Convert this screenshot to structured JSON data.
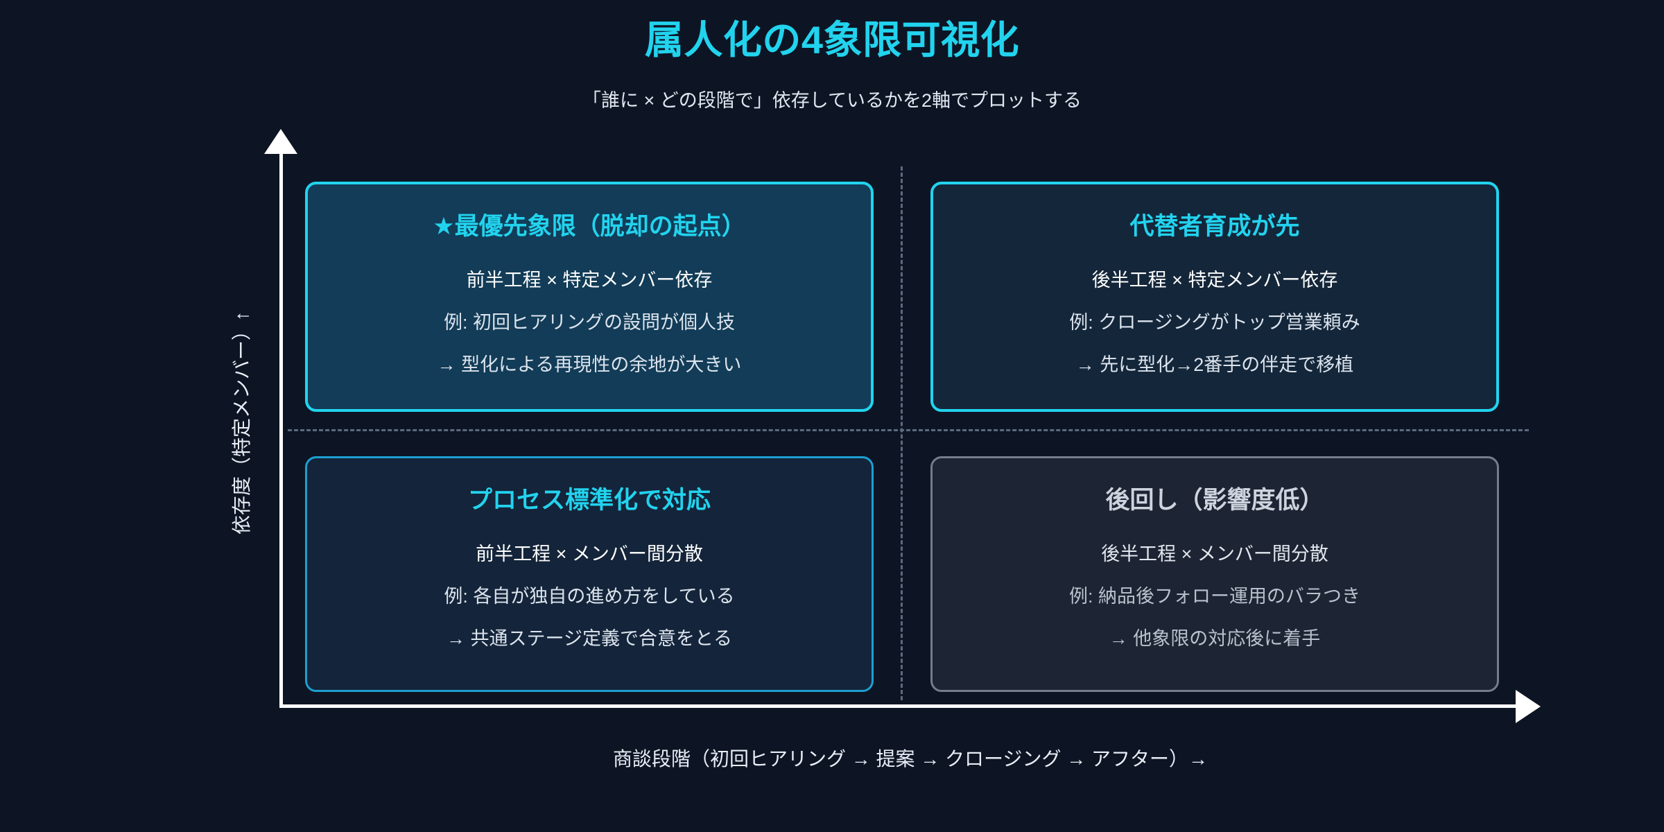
{
  "header": {
    "title": "属人化の4象限可視化",
    "subtitle": "「誰に × どの段階で」依存しているかを2軸でプロットする",
    "title_color": "#22d3ee"
  },
  "axes": {
    "x_label": "商談段階（初回ヒアリング → 提案 → クロージング → アフター）→",
    "y_label": "依存度（特定メンバー）↑",
    "axis_color": "#ffffff",
    "divider_color": "#5c6a80"
  },
  "quadrants": [
    {
      "id": "top-left",
      "title": "★最優先象限（脱却の起点）",
      "axis_combo": "前半工程 × 特定メンバー依存",
      "example": "例: 初回ヒアリングの設問が個人技",
      "action": "→ 型化による再現性の余地が大きい",
      "border_color": "#22d3ee",
      "fill_color": "#123c57",
      "title_color": "#22d3ee"
    },
    {
      "id": "top-right",
      "title": "代替者育成が先",
      "axis_combo": "後半工程 × 特定メンバー依存",
      "example": "例: クロージングがトップ営業頼み",
      "action": "→ 先に型化→2番手の伴走で移植",
      "border_color": "#22d3ee",
      "fill_color": "#14263a",
      "title_color": "#22d3ee"
    },
    {
      "id": "bottom-left",
      "title": "プロセス標準化で対応",
      "axis_combo": "前半工程 × メンバー間分散",
      "example": "例: 各自が独自の進め方をしている",
      "action": "→ 共通ステージ定義で合意をとる",
      "border_color": "#1d9fd0",
      "fill_color": "#14243a",
      "title_color": "#22d3ee"
    },
    {
      "id": "bottom-right",
      "title": "後回し（影響度低）",
      "axis_combo": "後半工程 × メンバー間分散",
      "example": "例: 納品後フォロー運用のバラつき",
      "action": "→ 他象限の対応後に着手",
      "border_color": "#737d8c",
      "fill_color": "#1d2433",
      "title_color": "#ced4dd"
    }
  ],
  "background_color": "#0d1524"
}
